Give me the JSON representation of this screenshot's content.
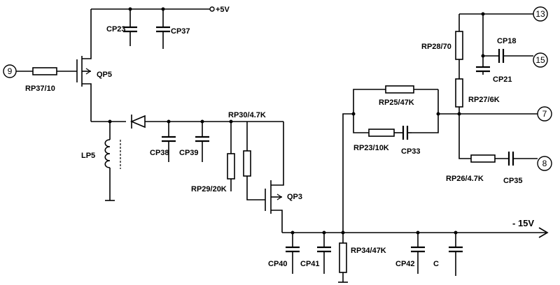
{
  "rails": {
    "plus5v": "+5V",
    "minus15v": "- 15V"
  },
  "terminals": {
    "t9": "9",
    "t13": "13",
    "t15": "15",
    "t7": "7",
    "t8": "8"
  },
  "transistors": {
    "qp5": "QP5",
    "qp3": "QP3"
  },
  "inductor": {
    "lp5": "LP5"
  },
  "resistors": {
    "rp37": "RP37/10",
    "rp30": "RP30/4.7K",
    "rp29": "RP29/20K",
    "rp25": "RP25/47K",
    "rp23": "RP23/10K",
    "rp28": "RP28/70",
    "rp27": "RP27/6K",
    "rp26": "RP26/4.7K",
    "rp34": "RP34/47K"
  },
  "capacitors": {
    "cp23": "CP23",
    "cp37": "CP37",
    "cp38": "CP38",
    "cp39": "CP39",
    "cp33": "CP33",
    "cp18": "CP18",
    "cp21": "CP21",
    "cp35": "CP35",
    "cp40": "CP40",
    "cp41": "CP41",
    "cp42": "CP42",
    "cp_cut": "C"
  }
}
